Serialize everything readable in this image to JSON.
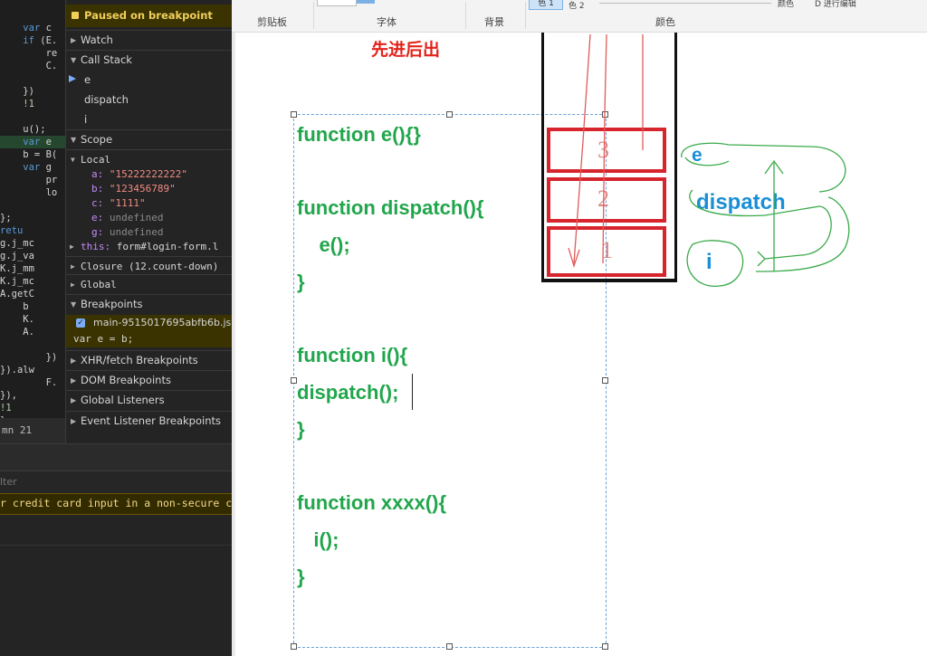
{
  "devtools": {
    "code_lines": [
      {
        "text": "            });"
      },
      {
        "text": "            !1"
      },
      {
        "text": "    var c"
      },
      {
        "text": "    if (E."
      },
      {
        "text": "        re"
      },
      {
        "text": "        C."
      },
      {
        "text": ""
      },
      {
        "text": "    })"
      },
      {
        "text": "    !1"
      },
      {
        "text": ""
      },
      {
        "text": "    u();"
      },
      {
        "text": "    var e"
      },
      {
        "text": "    b = B("
      },
      {
        "text": "    var g"
      },
      {
        "text": "        pr"
      },
      {
        "text": "        lo"
      },
      {
        "text": ""
      },
      {
        "text": "};"
      },
      {
        "text": "retu"
      },
      {
        "text": "g.j_mc"
      },
      {
        "text": "g.j_va"
      },
      {
        "text": "K.j_mm"
      },
      {
        "text": "K.j_mc"
      },
      {
        "text": "A.getC"
      },
      {
        "text": "    b"
      },
      {
        "text": "    K."
      },
      {
        "text": "    A."
      },
      {
        "text": ""
      },
      {
        "text": "        })"
      },
      {
        "text": "}).alw"
      },
      {
        "text": "        F."
      },
      {
        "text": "}),"
      },
      {
        "text": "!1"
      },
      {
        "text": "}"
      }
    ],
    "status_text": "mn 21",
    "filter_placeholder": "lter",
    "warning_text": "r credit card input in a non-secure co",
    "paused_label": "Paused on breakpoint",
    "watch_label": "Watch",
    "call_stack_label": "Call Stack",
    "call_stack": [
      "e",
      "dispatch",
      "i"
    ],
    "scope_label": "Scope",
    "local_label": "Local",
    "locals": [
      {
        "name": "a:",
        "value": "\"15222222222\"",
        "kind": "str"
      },
      {
        "name": "b:",
        "value": "\"123456789\"",
        "kind": "str"
      },
      {
        "name": "c:",
        "value": "\"1111\"",
        "kind": "str"
      },
      {
        "name": "e:",
        "value": "undefined",
        "kind": "undef"
      },
      {
        "name": "g:",
        "value": "undefined",
        "kind": "undef"
      }
    ],
    "this_label": "this:",
    "this_value": "form#login-form.l",
    "closure_label": "Closure (12.count-down)",
    "global_label": "Global",
    "breakpoints_label": "Breakpoints",
    "breakpoint_file": "main-9515017695abfb6b.js:",
    "breakpoint_code": "var e = b;",
    "xhr_label": "XHR/fetch Breakpoints",
    "dom_label": "DOM Breakpoints",
    "global_listeners_label": "Global Listeners",
    "event_listener_label": "Event Listener Breakpoints"
  },
  "ribbon": {
    "groups": [
      "剪贴板",
      "字体",
      "背景",
      "颜色"
    ],
    "edit_label": "D 进行编辑",
    "color_label": "颜色",
    "color1": "色 1",
    "color2": "色 2"
  },
  "canvas": {
    "title": "先进后出",
    "code": [
      "function e(){}",
      "function dispatch(){",
      "    e();",
      "}",
      "function i(){",
      "dispatch();",
      "}",
      "function xxxx(){",
      "   i();",
      "}"
    ],
    "stack_numbers": [
      "3",
      "2",
      "1"
    ],
    "labels": [
      "e",
      "dispatch",
      "i"
    ]
  }
}
